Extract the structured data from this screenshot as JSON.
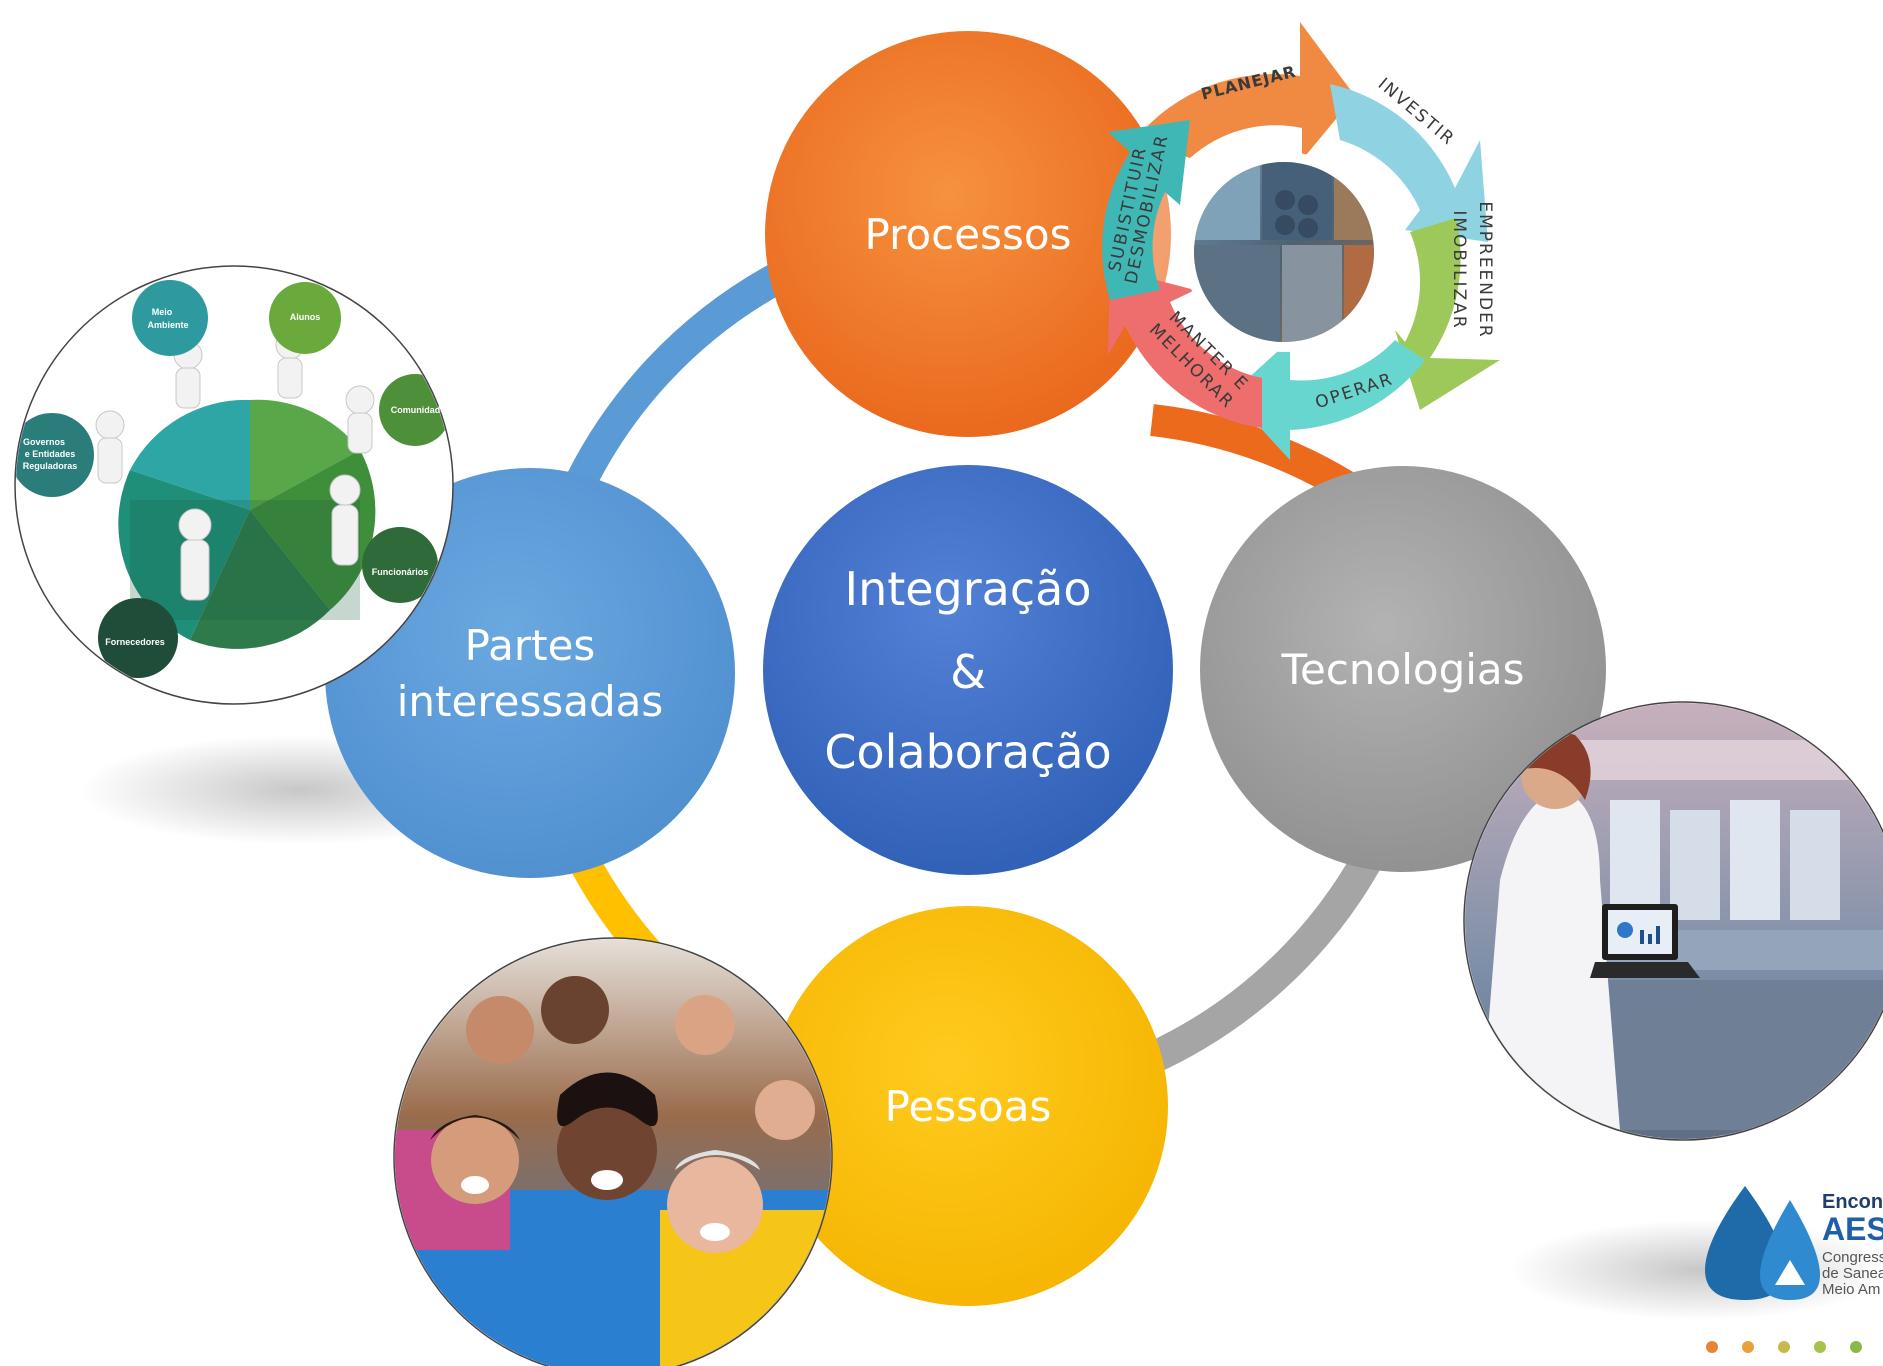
{
  "diagram": {
    "center": {
      "line1": "Integração",
      "line2": "&",
      "line3": "Colaboração"
    },
    "nodes": {
      "processos": "Processos",
      "partes_line1": "Partes",
      "partes_line2": "interessadas",
      "tecnologias": "Tecnologias",
      "pessoas": "Pessoas"
    },
    "process_cycle": {
      "steps": [
        "PLANEJAR",
        "INVESTIR",
        "EMPREENDER",
        "IMOBILIZAR",
        "OPERAR",
        "MANTER E",
        "MELHORAR",
        "SUBISTITUIR",
        "DESMOBILIZAR"
      ]
    },
    "stakeholders": {
      "labels": [
        "Meio",
        "Ambiente",
        "Alunos",
        "Comunidade",
        "Funcionários",
        "Fornecedores",
        "Governos",
        "e Entidades",
        "Reguladoras"
      ]
    },
    "colors": {
      "processos": "#f07c2a",
      "partes": "#5b9bd5",
      "tecnologias": "#a5a5a5",
      "pessoas": "#ffc000",
      "center": "#4472c4"
    }
  },
  "logo": {
    "line1": "Encont",
    "line2": "AES",
    "line3": "Congress",
    "line4": "de Sanea",
    "line5": "Meio Am"
  },
  "footer": {
    "dot_colors": [
      "#e8833a",
      "#e8a23a",
      "#c9b84a",
      "#a8c24a",
      "#8cb84a"
    ]
  }
}
